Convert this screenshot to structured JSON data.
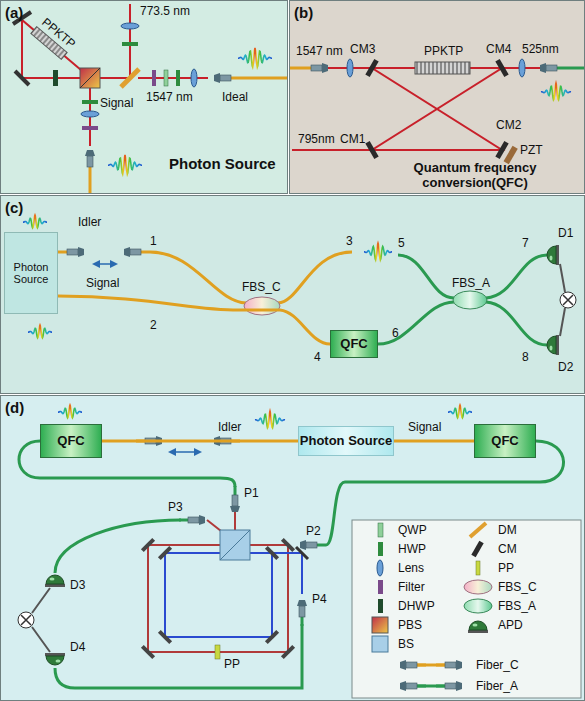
{
  "diagram": {
    "nodes": [
      {
        "text": [
          "(a)",
          "Photon Source"
        ]
      },
      {
        "text": [
          "(b)",
          "Quantum frequency conversion(QFC)"
        ]
      },
      {
        "text": [
          "(c)"
        ]
      },
      {
        "text": [
          "Photon Source"
        ],
        "in": 2
      },
      {
        "text": [
          "QFC"
        ],
        "in": 2
      },
      {
        "text": [
          "(d)"
        ]
      },
      {
        "text": [
          "QFC"
        ],
        "in": 5
      },
      {
        "text": [
          "Photon Source"
        ],
        "in": 5
      },
      {
        "text": [
          "QFC"
        ],
        "in": 5
      }
    ],
    "edges": [
      {
        "from": 3,
        "to": 4,
        "arrow": "none"
      },
      {
        "from": 7,
        "to": 6,
        "arrow": "none"
      },
      {
        "from": 7,
        "to": 8,
        "arrow": "none"
      }
    ],
    "labels": [
      "773.5 nm",
      "PPKTP",
      "1547 nm",
      "Ideal",
      "Signal",
      "1547 nm",
      "CM3",
      "PPKTP",
      "CM4",
      "525nm",
      "795nm",
      "CM1",
      "CM2",
      "PZT",
      "Idler",
      "1",
      "3",
      "5",
      "7",
      "D1",
      "FBS_C",
      "FBS_A",
      "Signal",
      "2",
      "4",
      "6",
      "8",
      "D2",
      "Idler",
      "Signal",
      "P3",
      "P1",
      "P2",
      "D3",
      "D4",
      "P4",
      "PP"
    ],
    "legend": [
      {
        "text": "QWP"
      },
      {
        "text": "HWP"
      },
      {
        "text": "Lens"
      },
      {
        "text": "Filter"
      },
      {
        "text": "DHWP"
      },
      {
        "text": "PBS"
      },
      {
        "text": "BS"
      },
      {
        "text": "DM"
      },
      {
        "text": "CM"
      },
      {
        "text": "PP"
      },
      {
        "text": "FBS_C"
      },
      {
        "text": "FBS_A"
      },
      {
        "text": "APD"
      },
      {
        "text": "Fiber_C"
      },
      {
        "text": "Fiber_A"
      }
    ]
  }
}
